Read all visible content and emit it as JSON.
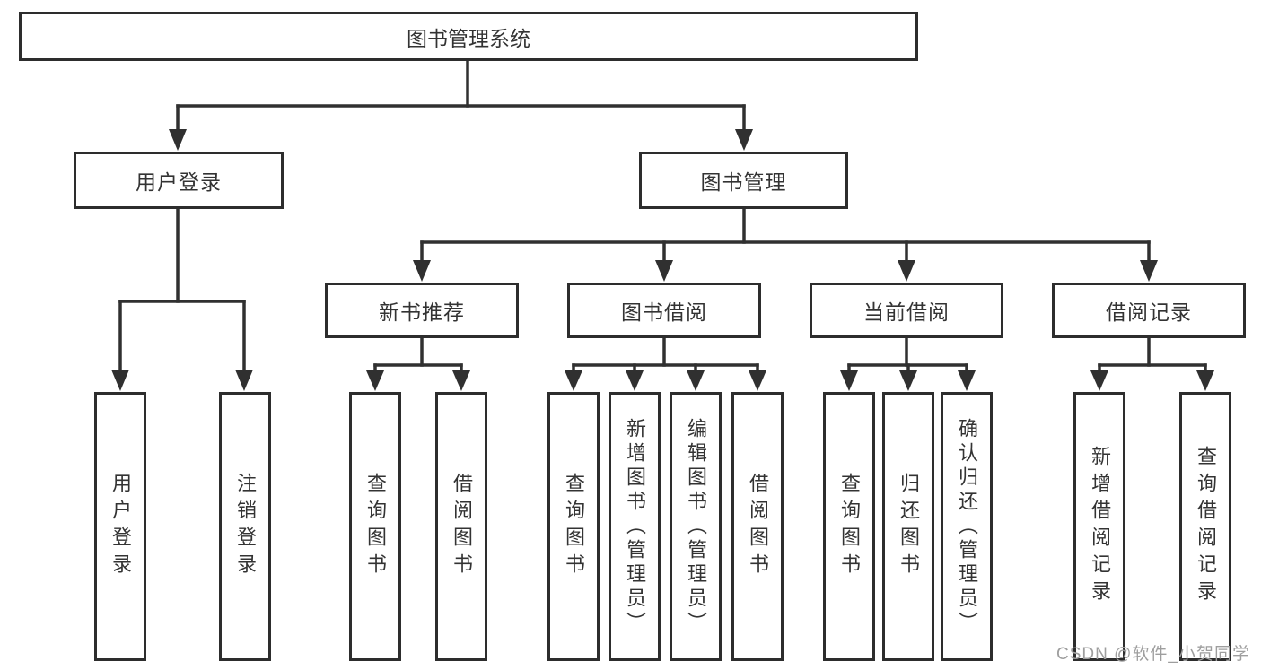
{
  "diagram": {
    "title": "图书管理系统",
    "watermark": "CSDN @软件_小贺同学",
    "colors": {
      "line": "#303030",
      "box_border": "#2d2d2d",
      "text": "#333333",
      "watermark": "#9e9e9e",
      "background": "#ffffff"
    },
    "branches": {
      "user_login": {
        "label": "用户登录",
        "children": {
          "login": "用户登录",
          "logout": "注销登录"
        }
      },
      "book_mgmt": {
        "label": "图书管理",
        "sections": {
          "new_book_rec": {
            "label": "新书推荐",
            "children": {
              "query_books": "查询图书",
              "borrow_books": "借阅图书"
            }
          },
          "book_borrow": {
            "label": "图书借阅",
            "children": {
              "query_books": "查询图书",
              "add_books": "新增图书（管理员）",
              "edit_books": "编辑图书（管理员）",
              "borrow_books": "借阅图书"
            }
          },
          "current_borrow": {
            "label": "当前借阅",
            "children": {
              "query_books": "查询图书",
              "return_books": "归还图书",
              "confirm_return": "确认归还（管理员）"
            }
          },
          "borrow_records": {
            "label": "借阅记录",
            "children": {
              "add_record": "新增借阅记录",
              "query_record": "查询借阅记录"
            }
          }
        }
      }
    }
  }
}
